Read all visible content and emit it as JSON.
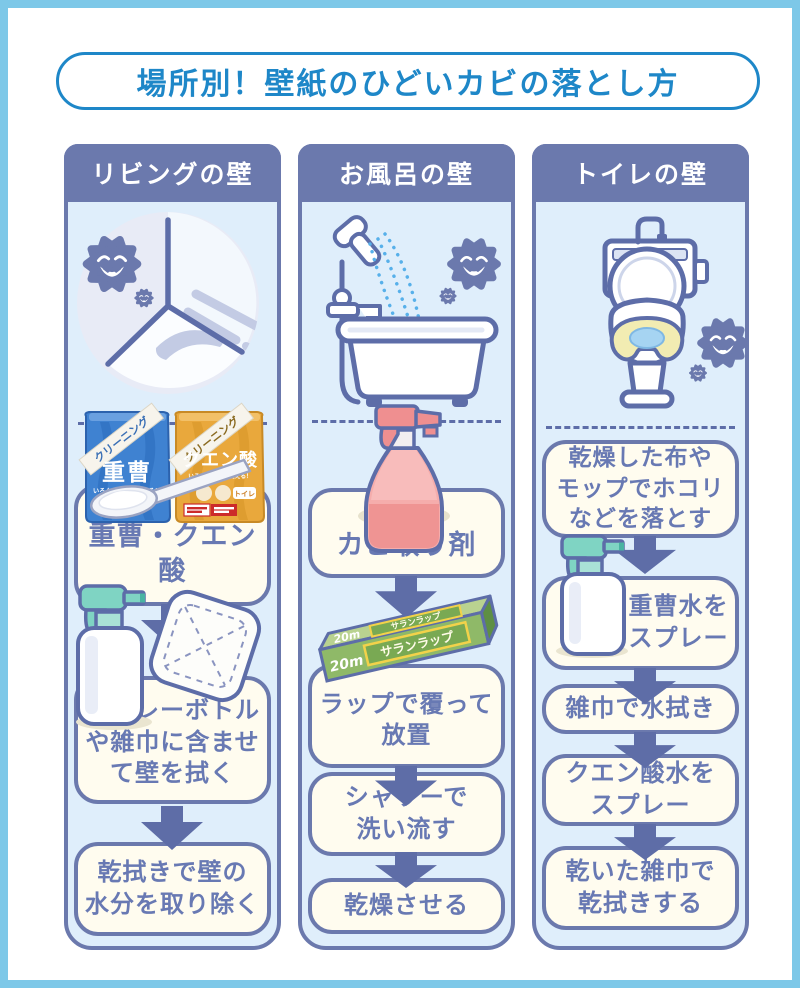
{
  "title": "場所別！壁紙のひどいカビの落とし方",
  "columns": {
    "living": {
      "header": "リビングの壁",
      "step1": "重曹・クエン酸",
      "step2": "スプレーボトル\nや雑巾に含ませ\nて壁を拭く",
      "step3": "乾拭きで壁の\n水分を取り除く",
      "products": {
        "bag_blue": {
          "ribbon": "クリーニング",
          "name": "重曹",
          "tagline": "いろんな場所で使える！"
        },
        "bag_yellow": {
          "ribbon": "クリーニング",
          "name": "クエン酸",
          "tagline": "いろんな場所で使える！",
          "badge": "トイレ"
        }
      }
    },
    "bath": {
      "header": "お風呂の壁",
      "step1": "カビ取り剤",
      "step2": "ラップで覆って\n放置",
      "step3": "シャワーで\n洗い流す",
      "step4": "乾燥させる",
      "wrap": {
        "label": "サランラップ",
        "length": "20m"
      }
    },
    "toilet": {
      "header": "トイレの壁",
      "step1": "乾燥した布や\nモップでホコリ\nなどを落とす",
      "step2": "重曹水を\nスプレー",
      "step3": "雑巾で水拭き",
      "step4": "クエン酸水を\nスプレー",
      "step5": "乾いた雑巾で\n乾拭きする"
    }
  },
  "colors": {
    "frame_border": "#7dc8e8",
    "title_blue": "#1e87c8",
    "panel_purple": "#6b79ad",
    "panel_bg": "#dfeefb",
    "step_box_bg": "#fffcef",
    "step_text": "#6879b3",
    "mold": "#6b79ad"
  }
}
